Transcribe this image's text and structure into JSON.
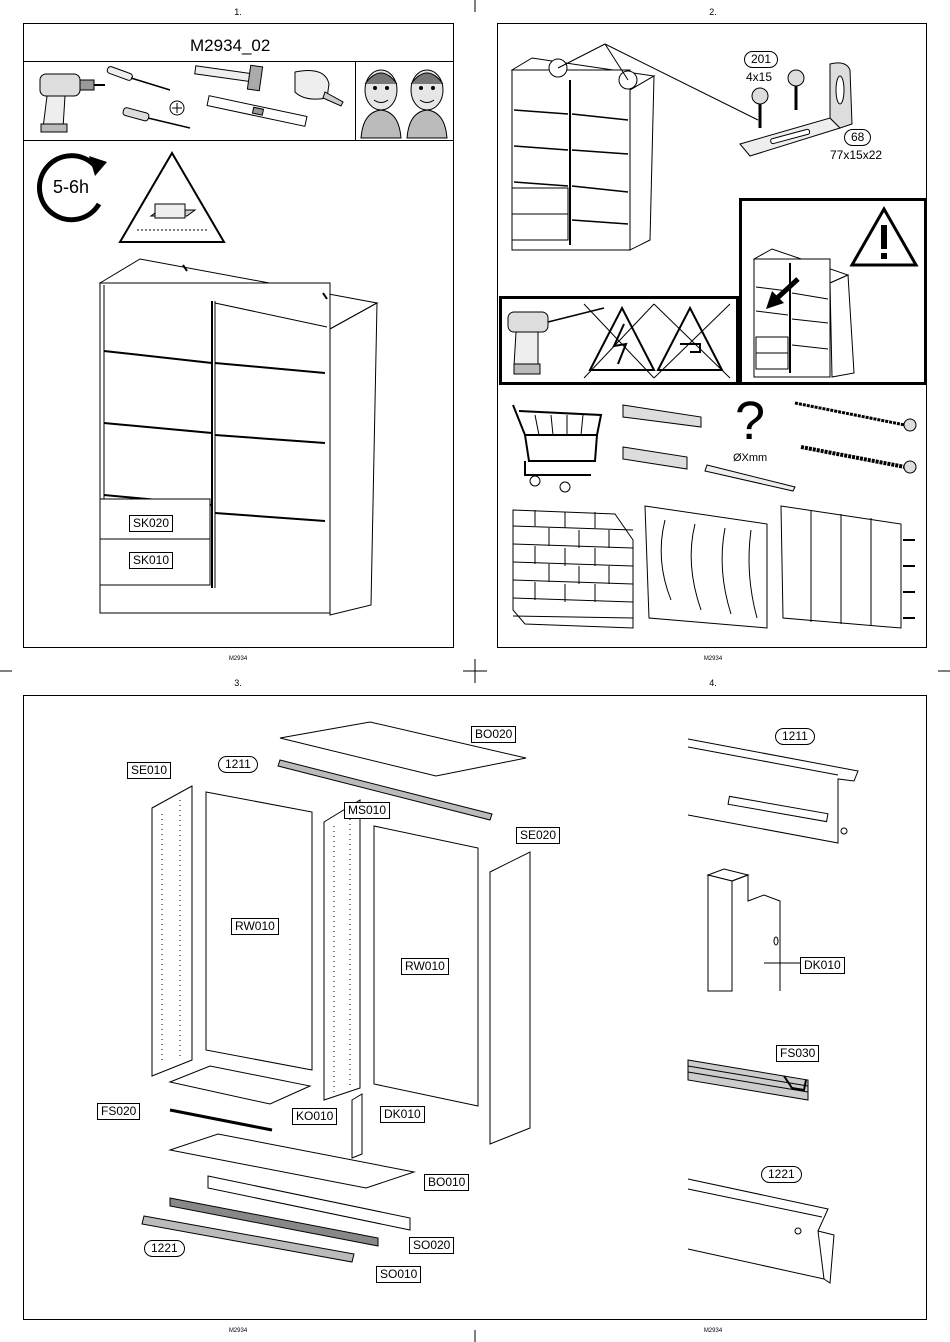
{
  "pages": {
    "p1": {
      "number": "1.",
      "footer": "M2934"
    },
    "p2": {
      "number": "2.",
      "footer": "M2934"
    },
    "p3": {
      "number": "3.",
      "footer": "M2934"
    },
    "p4": {
      "number": "4.",
      "footer": "M2934"
    }
  },
  "step1": {
    "model_title": "M2934_02",
    "assembly_time": "5-6h",
    "drawers": [
      "SK020",
      "SK010"
    ]
  },
  "step2": {
    "screw": {
      "part": "201",
      "size": "4x15"
    },
    "bracket": {
      "part": "68",
      "size": "77x15x22"
    },
    "question_mark": "?",
    "drill_label": "ØXmm"
  },
  "step3": {
    "parts": {
      "bo020": "BO020",
      "rail_top": "1211",
      "se010": "SE010",
      "ms010": "MS010",
      "se020": "SE020",
      "rw010_left": "RW010",
      "rw010_right": "RW010",
      "fs020": "FS020",
      "ko010": "KO010",
      "dk010": "DK010",
      "bo010": "BO010",
      "so020": "SO020",
      "rail_bottom": "1221",
      "so010": "SO010"
    }
  },
  "step4": {
    "parts": {
      "rail_top": "1211",
      "dk010": "DK010",
      "fs030": "FS030",
      "rail_bottom": "1221"
    }
  }
}
